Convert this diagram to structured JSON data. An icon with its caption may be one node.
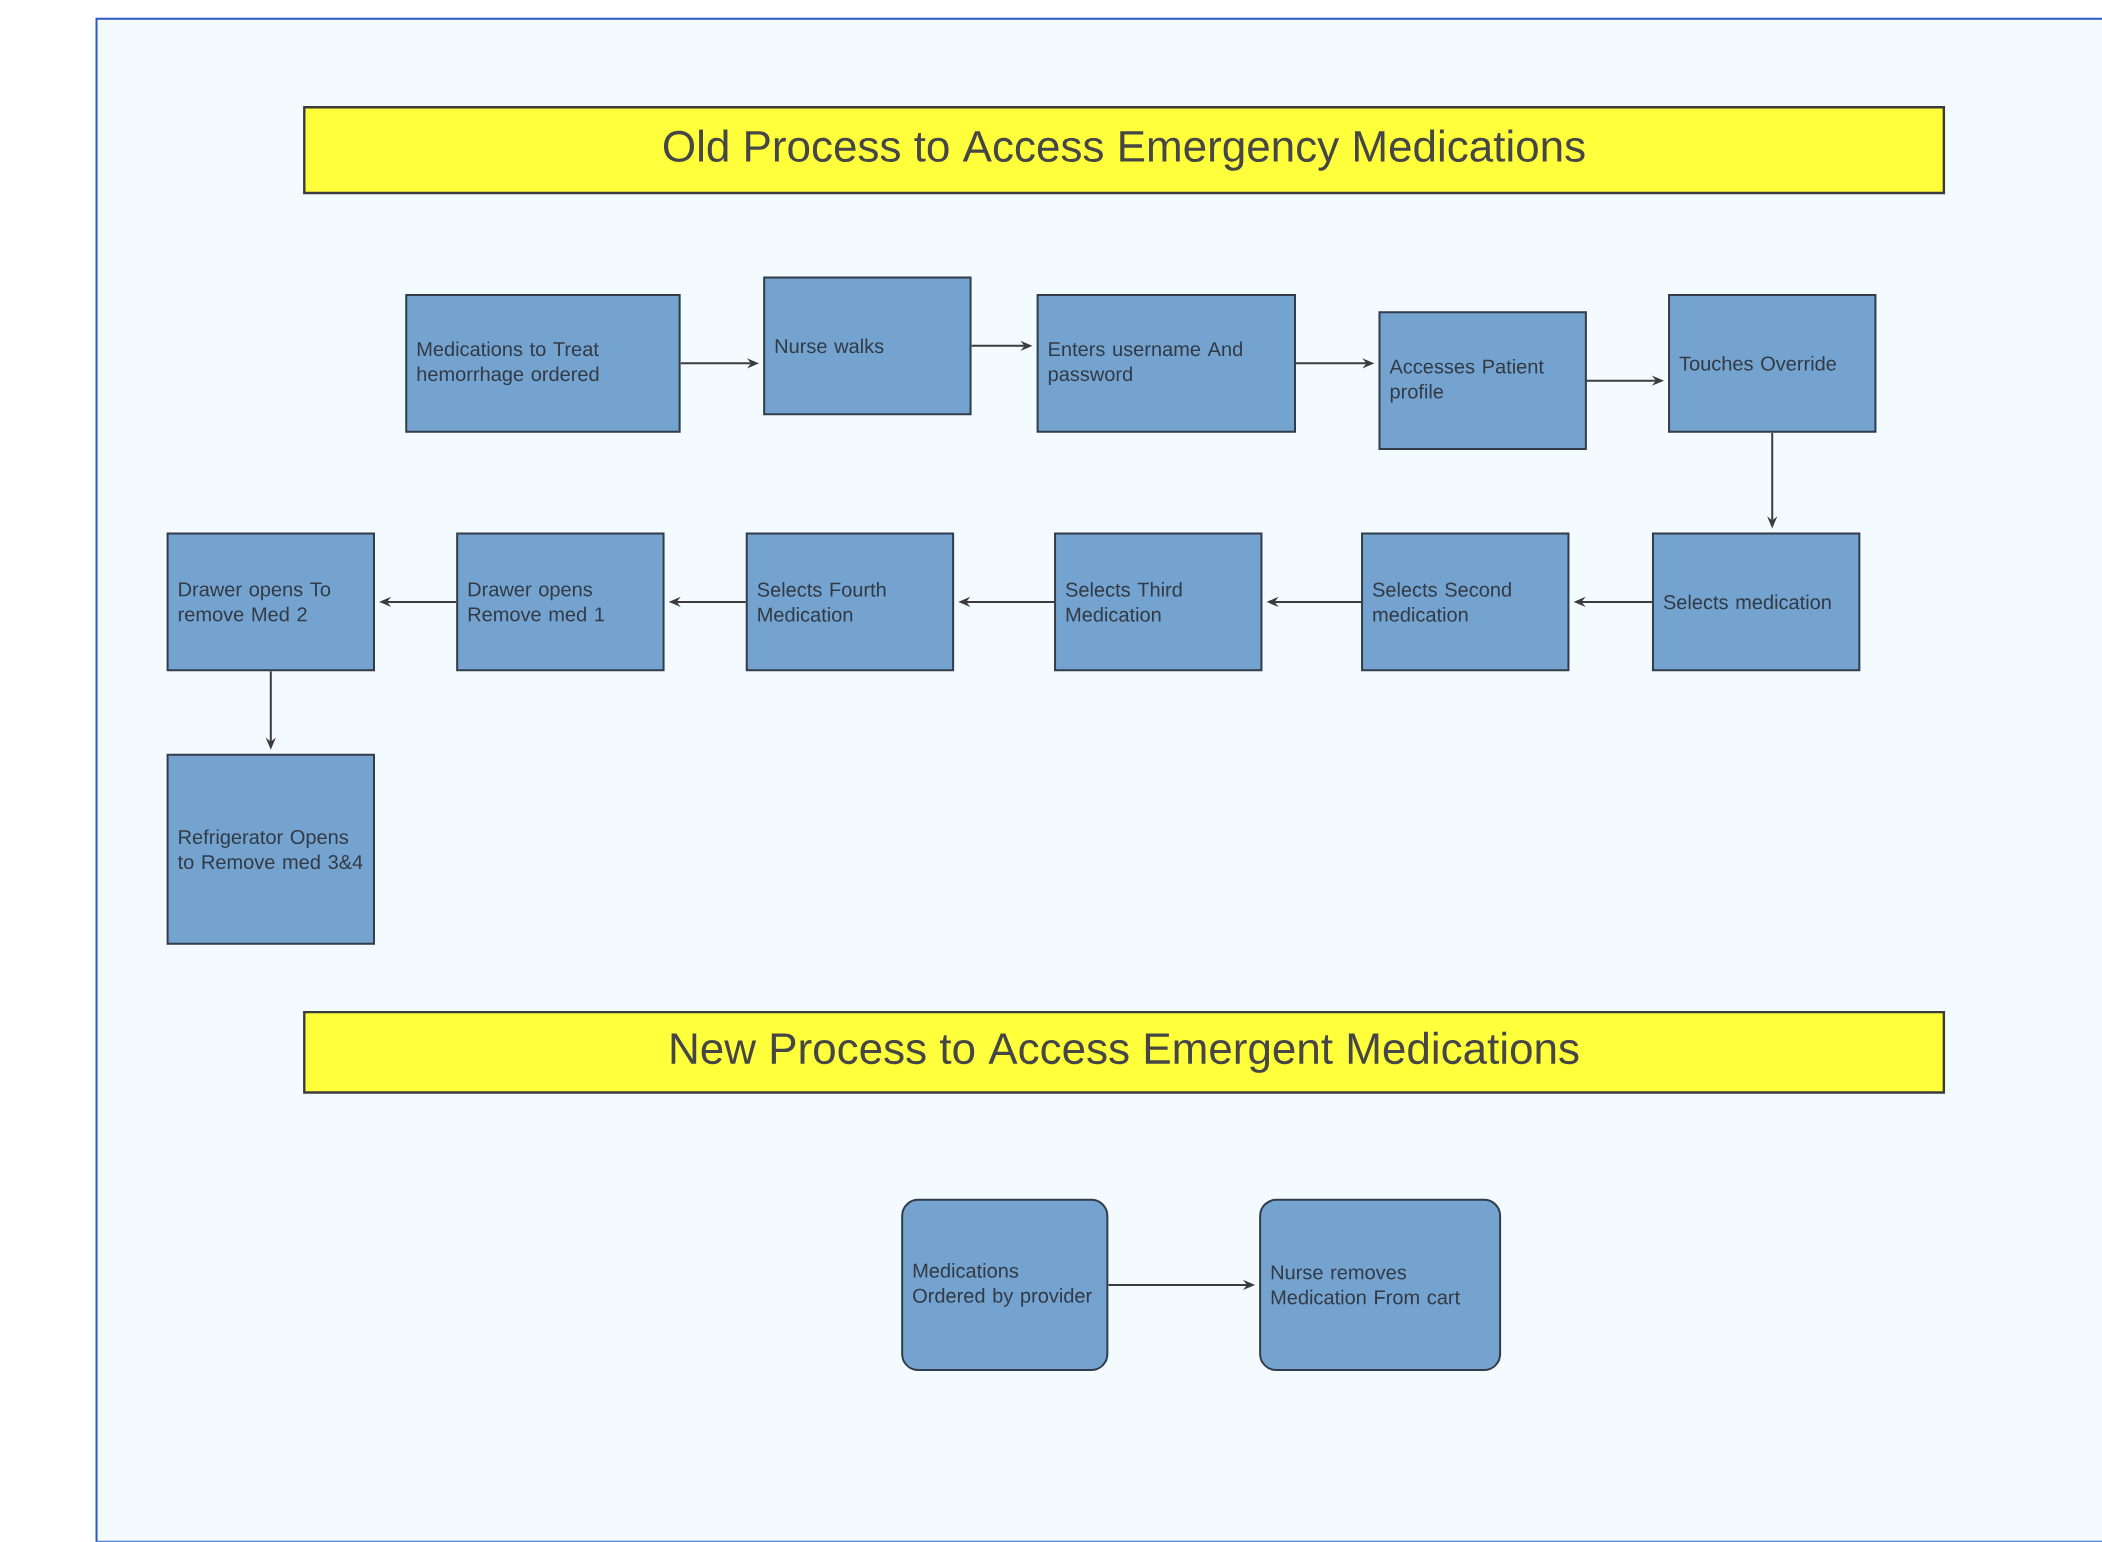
{
  "diagram": {
    "nodes": [
      {
        "text": [
          "Old Process to Access Emergency Medications"
        ]
      },
      {
        "text": [
          "Medications to Treat hemorrhage ordered"
        ]
      },
      {
        "text": [
          "Nurse walks"
        ]
      },
      {
        "text": [
          "Enters username And password"
        ]
      },
      {
        "text": [
          "Accesses Patient profile"
        ]
      },
      {
        "text": [
          "Touches Override"
        ]
      },
      {
        "text": [
          "Selects medication"
        ]
      },
      {
        "text": [
          "Selects Second medication"
        ]
      },
      {
        "text": [
          "Selects Third Medication"
        ]
      },
      {
        "text": [
          "Selects Fourth Medication"
        ]
      },
      {
        "text": [
          "Drawer opens Remove med 1"
        ]
      },
      {
        "text": [
          "Drawer opens To remove Med 2"
        ]
      },
      {
        "text": [
          "Refrigerator Opens to Remove med 3&4"
        ]
      },
      {
        "text": [
          "New Process to Access Emergent Medications"
        ]
      },
      {
        "text": [
          "Medications Ordered by provider"
        ]
      },
      {
        "text": [
          "Nurse removes Medication From cart"
        ]
      }
    ],
    "edges": [
      {
        "from": 1,
        "to": 2,
        "arrow": "to"
      },
      {
        "from": 2,
        "to": 3,
        "arrow": "to"
      },
      {
        "from": 3,
        "to": 4,
        "arrow": "to"
      },
      {
        "from": 4,
        "to": 5,
        "arrow": "to"
      },
      {
        "from": 5,
        "to": 6,
        "arrow": "to"
      },
      {
        "from": 6,
        "to": 7,
        "arrow": "to"
      },
      {
        "from": 7,
        "to": 8,
        "arrow": "to"
      },
      {
        "from": 8,
        "to": 9,
        "arrow": "to"
      },
      {
        "from": 9,
        "to": 10,
        "arrow": "to"
      },
      {
        "from": 10,
        "to": 11,
        "arrow": "to"
      },
      {
        "from": 11,
        "to": 12,
        "arrow": "to"
      },
      {
        "from": 14,
        "to": 15,
        "arrow": "to"
      }
    ]
  }
}
